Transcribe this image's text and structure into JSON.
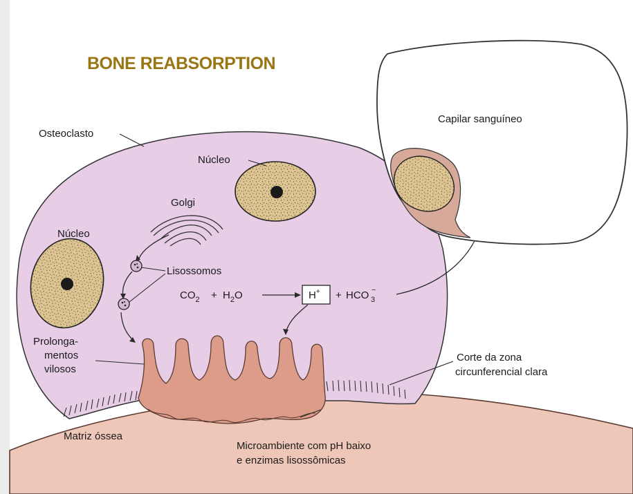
{
  "title": "BONE REABSORPTION",
  "labels": {
    "osteoclast": "Osteoclasto",
    "nucleus_top": "Núcleo",
    "nucleus_left": "Núcleo",
    "golgi": "Golgi",
    "lysosomes": "Lisossomos",
    "villous_line1": "Prolonga-",
    "villous_line2": "mentos",
    "villous_line3": "vilosos",
    "clear_zone_line1": "Corte da zona",
    "clear_zone_line2": "circunferencial clara",
    "bone_matrix": "Matriz óssea",
    "microenv_line1": "Microambiente com pH baixo",
    "microenv_line2": "e enzimas lisossômicas",
    "capillary": "Capilar sanguíneo"
  },
  "reaction": {
    "co2": "CO",
    "co2_sub": "2",
    "plus1": "+",
    "h2o_h": "H",
    "h2o_sub": "2",
    "h2o_o": "O",
    "hplus": "H",
    "hplus_sup": "+",
    "plus2": "+",
    "hco": "HCO",
    "hco_sub": "3",
    "hco_sup": "−"
  },
  "colors": {
    "title": "#9a7514",
    "cell": "#e7cde6",
    "bone": "#efc7b8",
    "resorption": "#dd9c89",
    "nucleus": "#dcc493"
  }
}
